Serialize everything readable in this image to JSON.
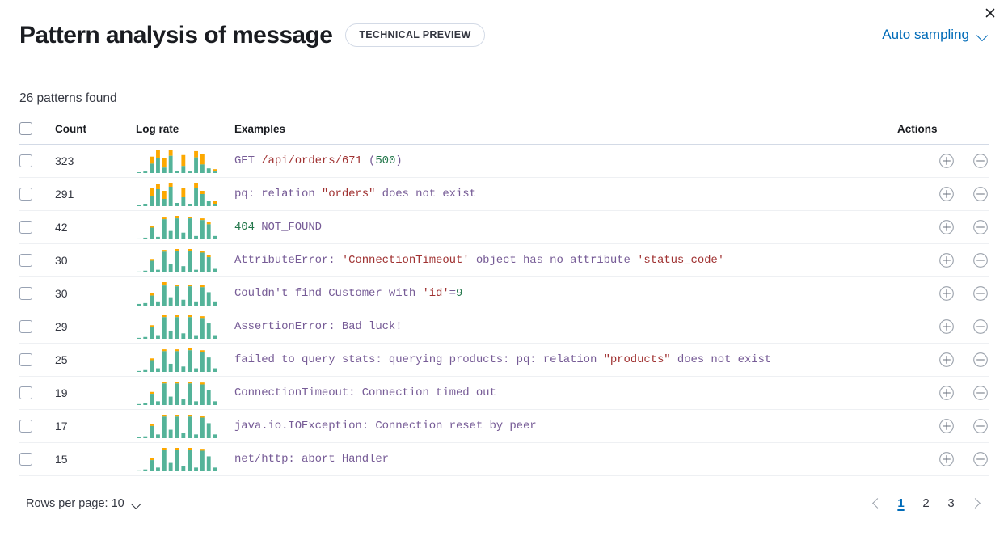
{
  "header": {
    "title": "Pattern analysis of message",
    "badge": "TECHNICAL PREVIEW",
    "sampling_label": "Auto sampling",
    "close_icon": "close-icon",
    "chevron_icon": "chevron-down-icon",
    "accent_color": "#006bb8",
    "border_color": "#d3dae6"
  },
  "summary": {
    "patterns_found": "26 patterns found"
  },
  "table": {
    "columns": {
      "select": "",
      "count": "Count",
      "log_rate": "Log rate",
      "examples": "Examples",
      "actions": "Actions"
    },
    "action_icons": {
      "include": "circle-plus-icon",
      "exclude": "circle-minus-icon"
    },
    "spark_colors": {
      "primary": "#54b399",
      "secondary": "#fca800"
    },
    "rows": [
      {
        "count": "323",
        "tokens": [
          {
            "text": "GET ",
            "type": "base"
          },
          {
            "text": "/api/orders/671",
            "type": "str"
          },
          {
            "text": " (",
            "type": "base"
          },
          {
            "text": "500",
            "type": "num"
          },
          {
            "text": ")",
            "type": "base"
          }
        ],
        "spark": {
          "primary": [
            1,
            2,
            12,
            19,
            7,
            22,
            3,
            9,
            2,
            20,
            11,
            6,
            2
          ],
          "secondary": [
            0,
            0,
            9,
            10,
            12,
            8,
            0,
            14,
            0,
            8,
            13,
            0,
            3
          ]
        }
      },
      {
        "count": "291",
        "tokens": [
          {
            "text": "pq: relation ",
            "type": "base"
          },
          {
            "text": "\"orders\"",
            "type": "str"
          },
          {
            "text": " does not exist",
            "type": "base"
          }
        ],
        "spark": {
          "primary": [
            1,
            3,
            13,
            21,
            9,
            24,
            4,
            11,
            3,
            22,
            15,
            7,
            3
          ],
          "secondary": [
            0,
            0,
            10,
            7,
            10,
            5,
            0,
            12,
            0,
            7,
            4,
            0,
            3
          ]
        }
      },
      {
        "count": "42",
        "tokens": [
          {
            "text": "404",
            "type": "num"
          },
          {
            "text": " NOT_FOUND",
            "type": "base"
          }
        ],
        "spark": {
          "primary": [
            1,
            2,
            14,
            3,
            24,
            10,
            25,
            8,
            25,
            4,
            23,
            18,
            4
          ],
          "secondary": [
            0,
            0,
            2,
            0,
            2,
            0,
            3,
            0,
            2,
            0,
            2,
            3,
            0
          ]
        }
      },
      {
        "count": "30",
        "tokens": [
          {
            "text": "AttributeError: ",
            "type": "base"
          },
          {
            "text": "'ConnectionTimeout'",
            "type": "str"
          },
          {
            "text": " object has no attribute ",
            "type": "base"
          },
          {
            "text": "'status_code'",
            "type": "str"
          }
        ],
        "spark": {
          "primary": [
            1,
            2,
            13,
            3,
            23,
            9,
            24,
            7,
            24,
            3,
            22,
            17,
            4
          ],
          "secondary": [
            0,
            0,
            2,
            0,
            2,
            0,
            2,
            0,
            2,
            0,
            2,
            2,
            0
          ]
        }
      },
      {
        "count": "30",
        "tokens": [
          {
            "text": "Couldn't find Customer with ",
            "type": "base"
          },
          {
            "text": "'id'",
            "type": "str"
          },
          {
            "text": "=",
            "type": "base"
          },
          {
            "text": "9",
            "type": "num"
          }
        ],
        "spark": {
          "primary": [
            2,
            3,
            12,
            5,
            24,
            10,
            23,
            7,
            23,
            5,
            22,
            16,
            5
          ],
          "secondary": [
            0,
            0,
            3,
            0,
            4,
            0,
            2,
            0,
            2,
            0,
            3,
            0,
            0
          ]
        }
      },
      {
        "count": "29",
        "tokens": [
          {
            "text": "AssertionError: Bad luck!",
            "type": "base"
          }
        ],
        "spark": {
          "primary": [
            1,
            2,
            13,
            4,
            24,
            9,
            24,
            6,
            24,
            4,
            23,
            17,
            4
          ],
          "secondary": [
            0,
            0,
            2,
            0,
            2,
            0,
            2,
            0,
            2,
            0,
            2,
            0,
            0
          ]
        }
      },
      {
        "count": "25",
        "tokens": [
          {
            "text": "failed to query stats: querying products: pq: relation ",
            "type": "base"
          },
          {
            "text": "\"products\"",
            "type": "str"
          },
          {
            "text": " does not exist",
            "type": "base"
          }
        ],
        "spark": {
          "primary": [
            1,
            2,
            13,
            4,
            23,
            9,
            23,
            6,
            24,
            4,
            22,
            16,
            4
          ],
          "secondary": [
            0,
            0,
            2,
            0,
            2,
            0,
            2,
            0,
            2,
            0,
            2,
            0,
            0
          ]
        }
      },
      {
        "count": "19",
        "tokens": [
          {
            "text": "ConnectionTimeout: Connection timed out",
            "type": "base"
          }
        ],
        "spark": {
          "primary": [
            1,
            2,
            12,
            4,
            23,
            9,
            23,
            6,
            23,
            4,
            22,
            16,
            4
          ],
          "secondary": [
            0,
            0,
            2,
            0,
            2,
            0,
            2,
            0,
            2,
            0,
            2,
            0,
            0
          ]
        }
      },
      {
        "count": "17",
        "tokens": [
          {
            "text": "java.io.IOException: Connection reset by peer",
            "type": "base"
          }
        ],
        "spark": {
          "primary": [
            1,
            2,
            13,
            4,
            23,
            9,
            23,
            6,
            23,
            4,
            22,
            16,
            4
          ],
          "secondary": [
            0,
            0,
            2,
            0,
            2,
            0,
            2,
            0,
            2,
            0,
            2,
            0,
            0
          ]
        }
      },
      {
        "count": "15",
        "tokens": [
          {
            "text": "net/http: abort Handler",
            "type": "base"
          }
        ],
        "spark": {
          "primary": [
            1,
            2,
            12,
            4,
            23,
            9,
            23,
            6,
            23,
            4,
            22,
            16,
            4
          ],
          "secondary": [
            0,
            0,
            2,
            0,
            2,
            0,
            2,
            0,
            2,
            0,
            2,
            0,
            0
          ]
        }
      }
    ]
  },
  "footer": {
    "rows_per_page": "Rows per page: 10",
    "pages": [
      "1",
      "2",
      "3"
    ],
    "active_page": "1",
    "prev_icon": "chevron-left-icon",
    "next_icon": "chevron-right-icon"
  }
}
